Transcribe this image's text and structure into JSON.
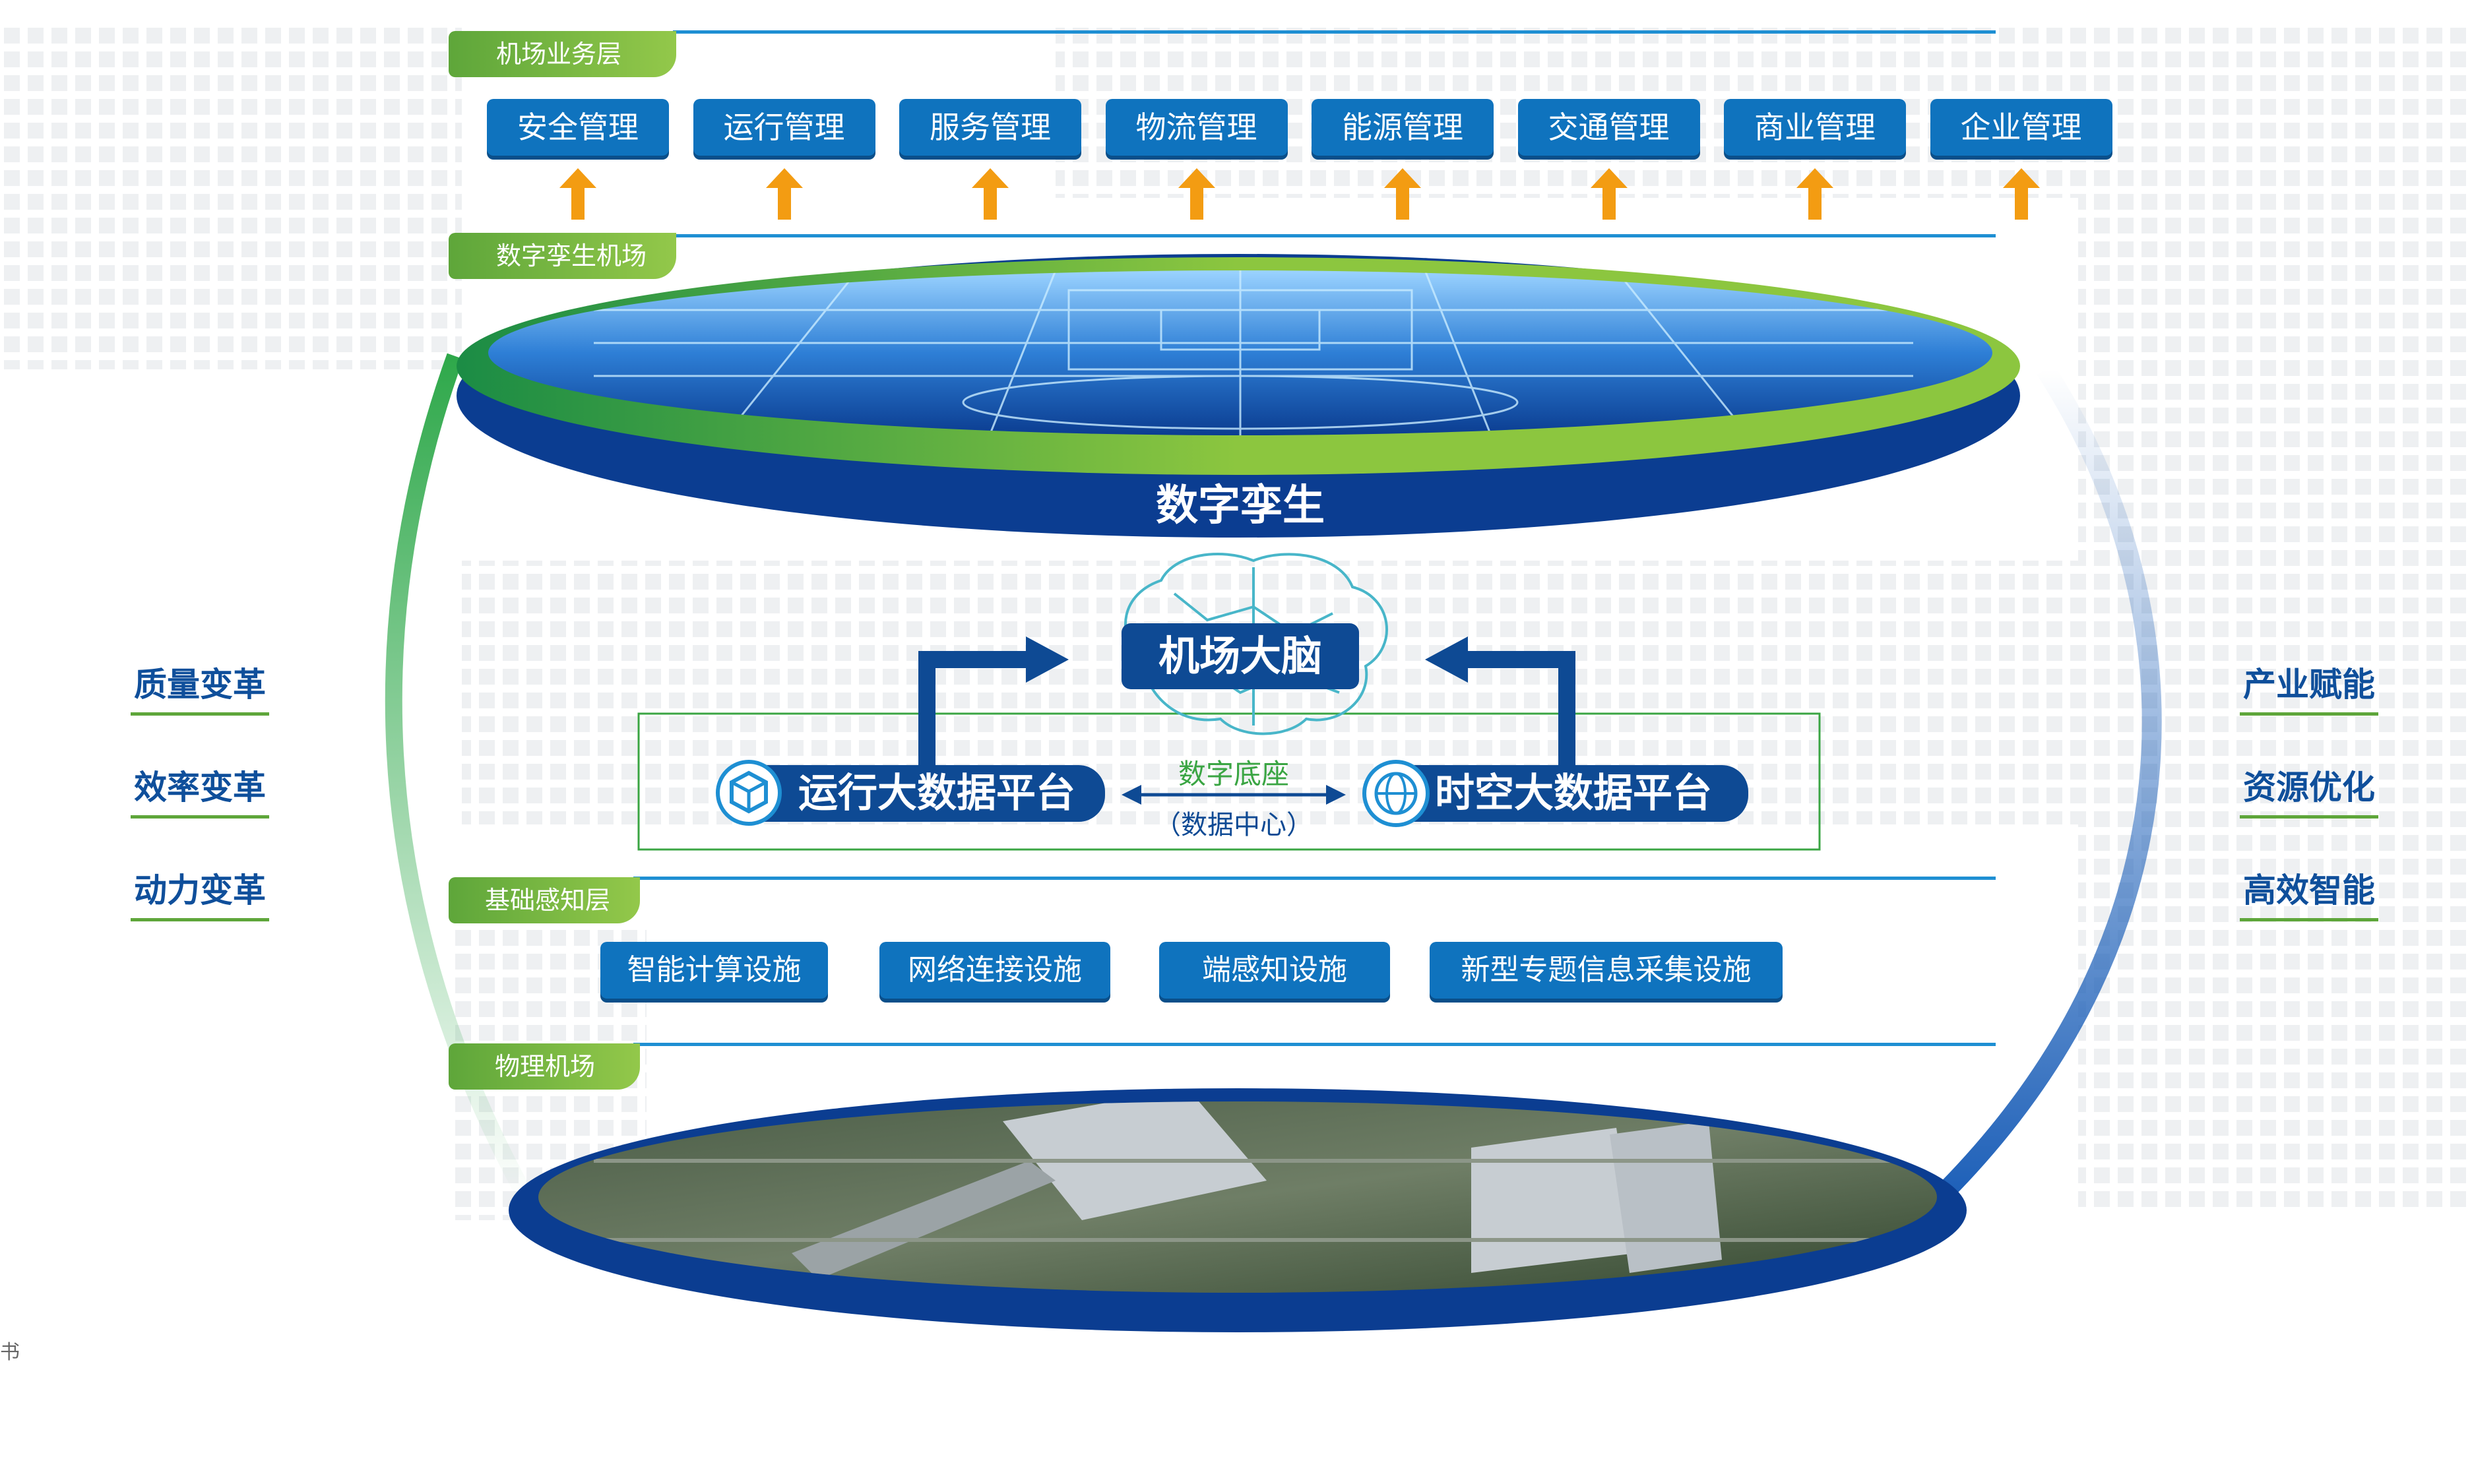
{
  "layers": {
    "business": "机场业务层",
    "twin": "数字孪生机场",
    "sensing": "基础感知层",
    "physical": "物理机场"
  },
  "business_items": [
    "安全管理",
    "运行管理",
    "服务管理",
    "物流管理",
    "能源管理",
    "交通管理",
    "商业管理",
    "企业管理"
  ],
  "twin_label": "数字孪生",
  "brain_label": "机场大脑",
  "platforms": {
    "left": "运行大数据平台",
    "right": "时空大数据平台",
    "center_title": "数字底座",
    "center_sub": "（数据中心）"
  },
  "infra_items": [
    "智能计算设施",
    "网络连接设施",
    "端感知设施",
    "新型专题信息采集设施"
  ],
  "left_side": [
    "质量变革",
    "效率变革",
    "动力变革"
  ],
  "right_side": [
    "产业赋能",
    "资源优化",
    "高效智能"
  ],
  "footer_glyph": "书",
  "colors": {
    "primary_blue": "#0f73be",
    "dark_blue": "#0e4a94",
    "green": "#5ea63a",
    "orange": "#f39c12"
  }
}
